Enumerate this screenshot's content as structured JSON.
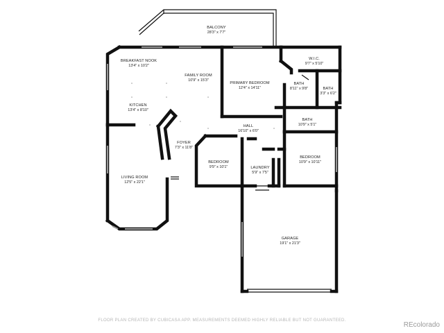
{
  "rooms": {
    "balcony": {
      "name": "BALCONY",
      "dims": "28'3\" x 7'7\""
    },
    "breakfast_nook": {
      "name": "BREAKFAST NOOK",
      "dims": "13'4\" x 10'2\""
    },
    "family_room": {
      "name": "FAMILY ROOM",
      "dims": "10'9\" x 15'3\""
    },
    "primary_bedroom": {
      "name": "PRIMARY BEDROOM",
      "dims": "12'4\" x 14'11\""
    },
    "wic": {
      "name": "W.I.C.",
      "dims": "9'7\" x 5'10\""
    },
    "bath_primary": {
      "name": "BATH",
      "dims": "8'11\" x 9'8\""
    },
    "bath_small": {
      "name": "BATH",
      "dims": "3'3\" x 6'2\""
    },
    "kitchen": {
      "name": "KITCHEN",
      "dims": "13'4\" x 8'10\""
    },
    "hall": {
      "name": "HALL",
      "dims": "16'10\" x 6'0\""
    },
    "bath_hall": {
      "name": "BATH",
      "dims": "10'9\" x 5'1\""
    },
    "foyer": {
      "name": "FOYER",
      "dims": "7'3\" x 11'8\""
    },
    "bedroom_2": {
      "name": "BEDROOM",
      "dims": "9'9\" x 10'1\""
    },
    "bedroom_3": {
      "name": "BEDROOM",
      "dims": "10'9\" x 10'11\""
    },
    "laundry": {
      "name": "LAUNDRY",
      "dims": "5'9\" x 7'5\""
    },
    "living_room": {
      "name": "LIVING ROOM",
      "dims": "12'5\" x 22'1\""
    },
    "garage": {
      "name": "GARAGE",
      "dims": "19'1\" x 21'3\""
    }
  },
  "footer": {
    "disclaimer": "FLOOR PLAN CREATED BY CUBICASA APP. MEASUREMENTS DEEMED HIGHLY RELIABLE BUT NOT GUARANTEED.",
    "brand": "REcolorado"
  },
  "colors": {
    "wall": "#111111",
    "window": "#9a9a9a",
    "text": "#222222",
    "footer_text": "#b5b5b5"
  }
}
